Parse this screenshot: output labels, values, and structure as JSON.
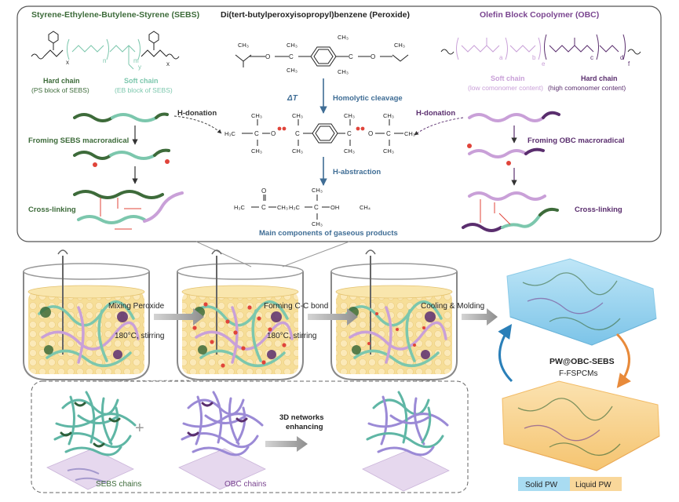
{
  "colors": {
    "sebs_dark": "#3d6b3a",
    "sebs_light": "#7cc7ad",
    "obc_dark": "#5a2e6e",
    "obc_light": "#c9a0d8",
    "arrow_blue": "#3f6d95",
    "radical_red": "#e0443a",
    "wax": "#f6d98c",
    "solid_pw": "#a9dcf2",
    "liquid_pw": "#f9d79a"
  },
  "top": {
    "sebs_title": "Styrene-Ethylene-Butylene-Styrene (SEBS)",
    "peroxide_title": "Di(tert-butylperoxyisopropyl)benzene (Peroxide)",
    "obc_title": "Olefin Block Copolymer (OBC)",
    "sebs_hard": "Hard chain",
    "sebs_hard_sub": "(PS block of SEBS)",
    "sebs_soft": "Soft chain",
    "sebs_soft_sub": "(EB block of SEBS)",
    "obc_soft": "Soft chain",
    "obc_soft_sub": "(low comonomer content)",
    "obc_hard": "Hard chain",
    "obc_hard_sub": "(high comonomer content)",
    "delta_t": "ΔT",
    "homolytic": "Homolytic cleavage",
    "h_donation_left": "H-donation",
    "h_donation_right": "H-donation",
    "sebs_macroradical": "Froming SEBS macroradical",
    "obc_macroradical": "Froming OBC macroradical",
    "crosslink_left": "Cross-linking",
    "crosslink_right": "Cross-linking",
    "h_abstraction": "H-abstraction",
    "gaseous": "Main components of gaseous products",
    "ch4": "CH₄"
  },
  "process": {
    "step1": "Mixing Peroxide",
    "step1_cond": "180°C, stirring",
    "step2": "Forming C-C bond",
    "step2_cond": "180°C, stirring",
    "step3": "Cooling & Molding"
  },
  "product": {
    "name": "PW@OBC-SEBS",
    "sub": "F-FSPCMs",
    "solid": "Solid PW",
    "liquid": "Liquid PW"
  },
  "bottom": {
    "sebs_chains": "SEBS chains",
    "obc_chains": "OBC chains",
    "networks_1": "3D networks",
    "networks_2": "enhancing",
    "plus": "+"
  },
  "chem": {
    "ch3": "CH₃",
    "c": "C",
    "o": "O",
    "h3c": "H₃C",
    "oh": "OH",
    "x": "x",
    "n": "n",
    "m": "m",
    "y": "y",
    "a": "a",
    "b": "b",
    "c_sub": "c",
    "d": "d",
    "e": "e",
    "f": "f"
  }
}
